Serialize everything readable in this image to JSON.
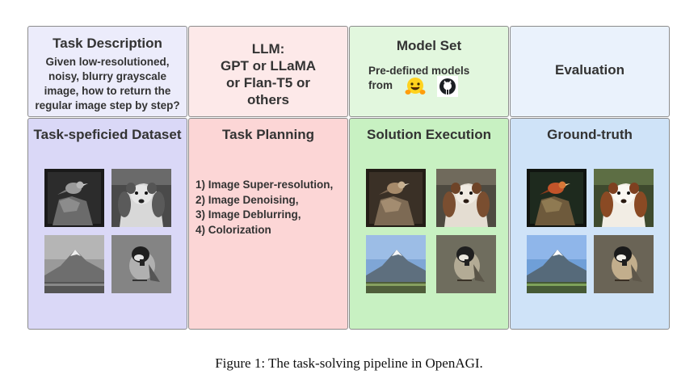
{
  "panels": {
    "task_description": {
      "title": "Task Description",
      "lines": [
        "Given low-resolutioned,",
        "noisy, blurry grayscale",
        "image, how to return the",
        "regular image step by step?"
      ]
    },
    "llm": {
      "lines": [
        "LLM:",
        "GPT or LLaMA",
        "or Flan-T5 or",
        "others"
      ]
    },
    "model_set": {
      "title": "Model Set",
      "line1": "Pre-defined models",
      "line2": "from",
      "icons": [
        "hugging-face-icon",
        "github-icon"
      ]
    },
    "evaluation": {
      "title": "Evaluation"
    },
    "dataset": {
      "title": "Task-speficied Dataset"
    },
    "planning": {
      "title": "Task Planning",
      "steps": [
        "1) Image Super-resolution,",
        "2) Image Denoising,",
        "3) Image Deblurring,",
        "4) Colorization"
      ]
    },
    "execution": {
      "title": "Solution Execution"
    },
    "ground_truth": {
      "title": "Ground-truth"
    }
  },
  "caption": "Figure 1: The task-solving pipeline in OpenAGI."
}
